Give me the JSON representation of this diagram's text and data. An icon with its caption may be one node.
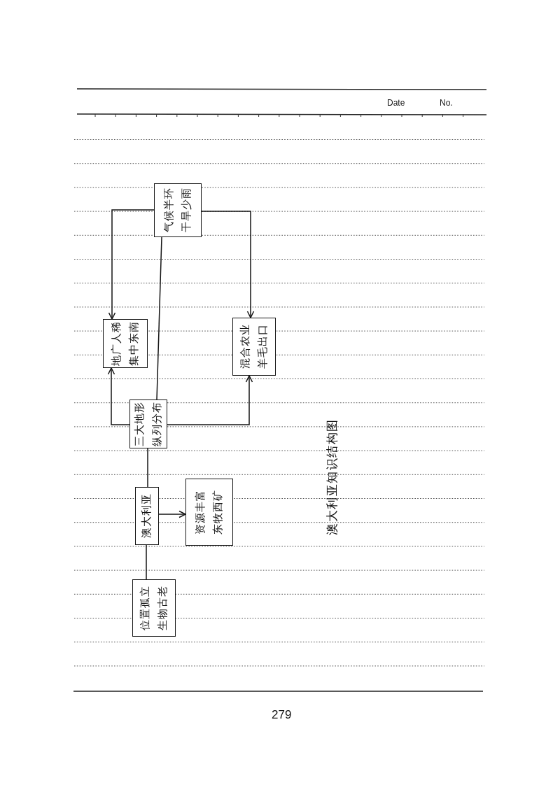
{
  "diagram": {
    "title": "澳大利亚知识结构图",
    "nodes": [
      {
        "text": [
          "位置孤立",
          "生物古老"
        ]
      },
      {
        "text": [
          "澳大利亚"
        ]
      },
      {
        "text": [
          "资源丰富",
          "东牧西矿"
        ]
      },
      {
        "text": [
          "三大地形",
          "纵列分布"
        ]
      },
      {
        "text": [
          "地广人稀",
          "集中东南"
        ]
      },
      {
        "text": [
          "混合农业",
          "羊毛出口"
        ]
      },
      {
        "text": [
          "气候半环",
          "干旱少雨"
        ]
      }
    ],
    "edges": [
      {
        "from": 0,
        "to": 1,
        "arrow": "none"
      },
      {
        "from": 1,
        "to": 2,
        "arrow": "to"
      },
      {
        "from": 1,
        "to": 3,
        "arrow": "none"
      },
      {
        "from": 3,
        "to": 4,
        "arrow": "to"
      },
      {
        "from": 3,
        "to": 5,
        "arrow": "to"
      },
      {
        "from": 3,
        "to": 6,
        "arrow": "none"
      },
      {
        "from": 6,
        "to": 4,
        "arrow": "to"
      },
      {
        "from": 6,
        "to": 5,
        "arrow": "to"
      }
    ],
    "labels": [
      "Date",
      "No.",
      "279"
    ]
  }
}
